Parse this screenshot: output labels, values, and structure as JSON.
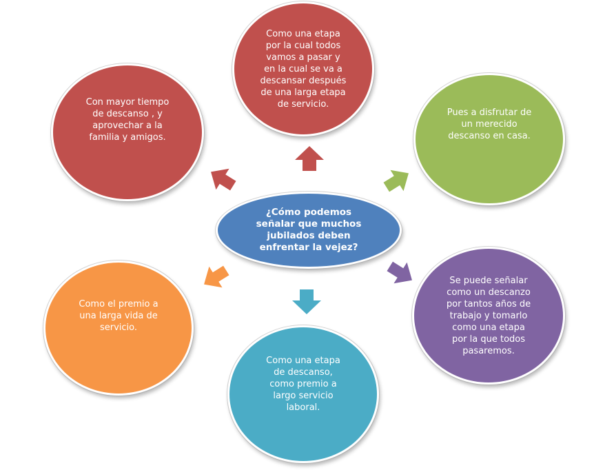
{
  "center": {
    "text": "¿Cómo podemos\nseñalar que muchos\njubilados deben\nenfrentar la vejez?",
    "color": "#4F81BD"
  },
  "nodes": {
    "top": {
      "text": "Como una etapa\npor la cual todos\nvamos a pasar y\nen la cual se va a\ndescansar después\nde una larga etapa\nde servicio.",
      "color": "#C0504D"
    },
    "upper_left": {
      "text": "Con mayor tiempo\nde descanso , y\naprovechar a la\nfamilia y amigos.",
      "color": "#C0504D"
    },
    "upper_right": {
      "text": "Pues a disfrutar de\nun merecido\ndescanso en casa.",
      "color": "#9BBB59"
    },
    "lower_left": {
      "text": "Como el premio a\nuna larga vida de\nservicio.",
      "color": "#F79646"
    },
    "lower_right": {
      "text": "Se puede señalar\ncomo un descanzo\npor tantos años de\ntrabajo y tomarlo\ncomo una etapa\npor la que todos\npasaremos.",
      "color": "#8064A2"
    },
    "bottom": {
      "text": "Como una etapa\nde descanso,\ncomo premio a\nlargo servicio\nlaboral.",
      "color": "#4BACC6"
    }
  }
}
